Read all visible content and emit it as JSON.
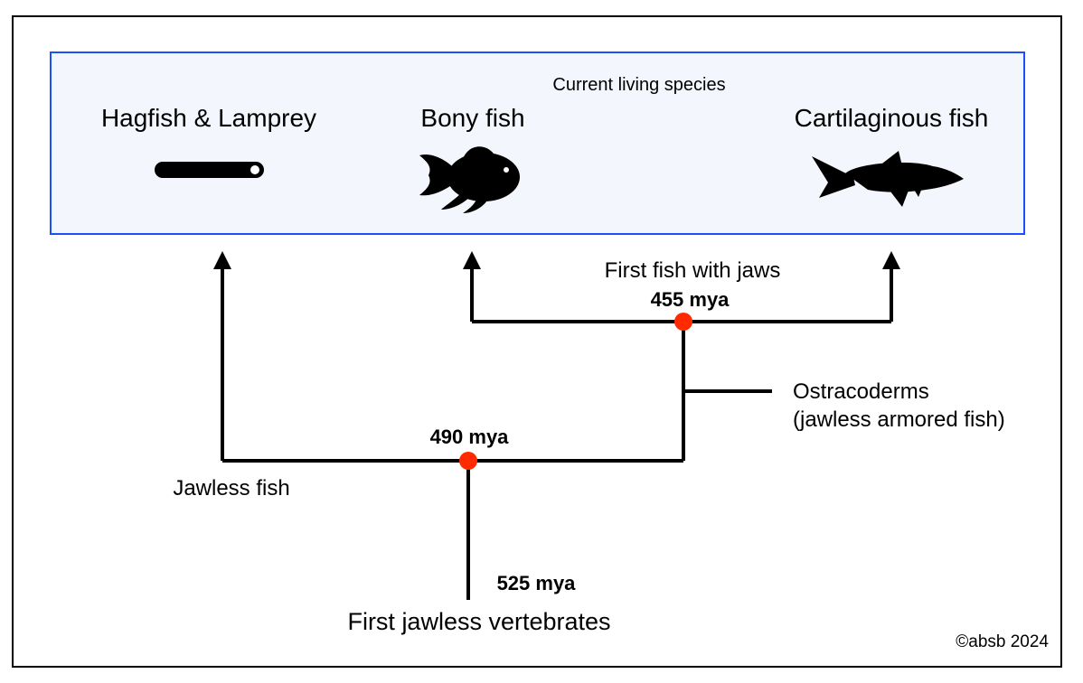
{
  "living_box": {
    "caption": "Current living species",
    "species": [
      "Hagfish & Lamprey",
      "Bony fish",
      "Cartilaginous fish"
    ]
  },
  "nodes": {
    "jawed": {
      "label": "First fish with jaws",
      "date": "455 mya"
    },
    "split": {
      "date": "490 mya"
    },
    "root": {
      "date": "525 mya",
      "label": "First jawless vertebrates"
    }
  },
  "branch_labels": {
    "jawless": "Jawless fish",
    "ostracoderms_line1": "Ostracoderms",
    "ostracoderms_line2": "(jawless armored fish)"
  },
  "copyright": "©absb 2024",
  "colors": {
    "box_border": "#1a4fff",
    "box_fill": "#f3f6fc",
    "node": "#ff2a00",
    "line": "#000000"
  }
}
